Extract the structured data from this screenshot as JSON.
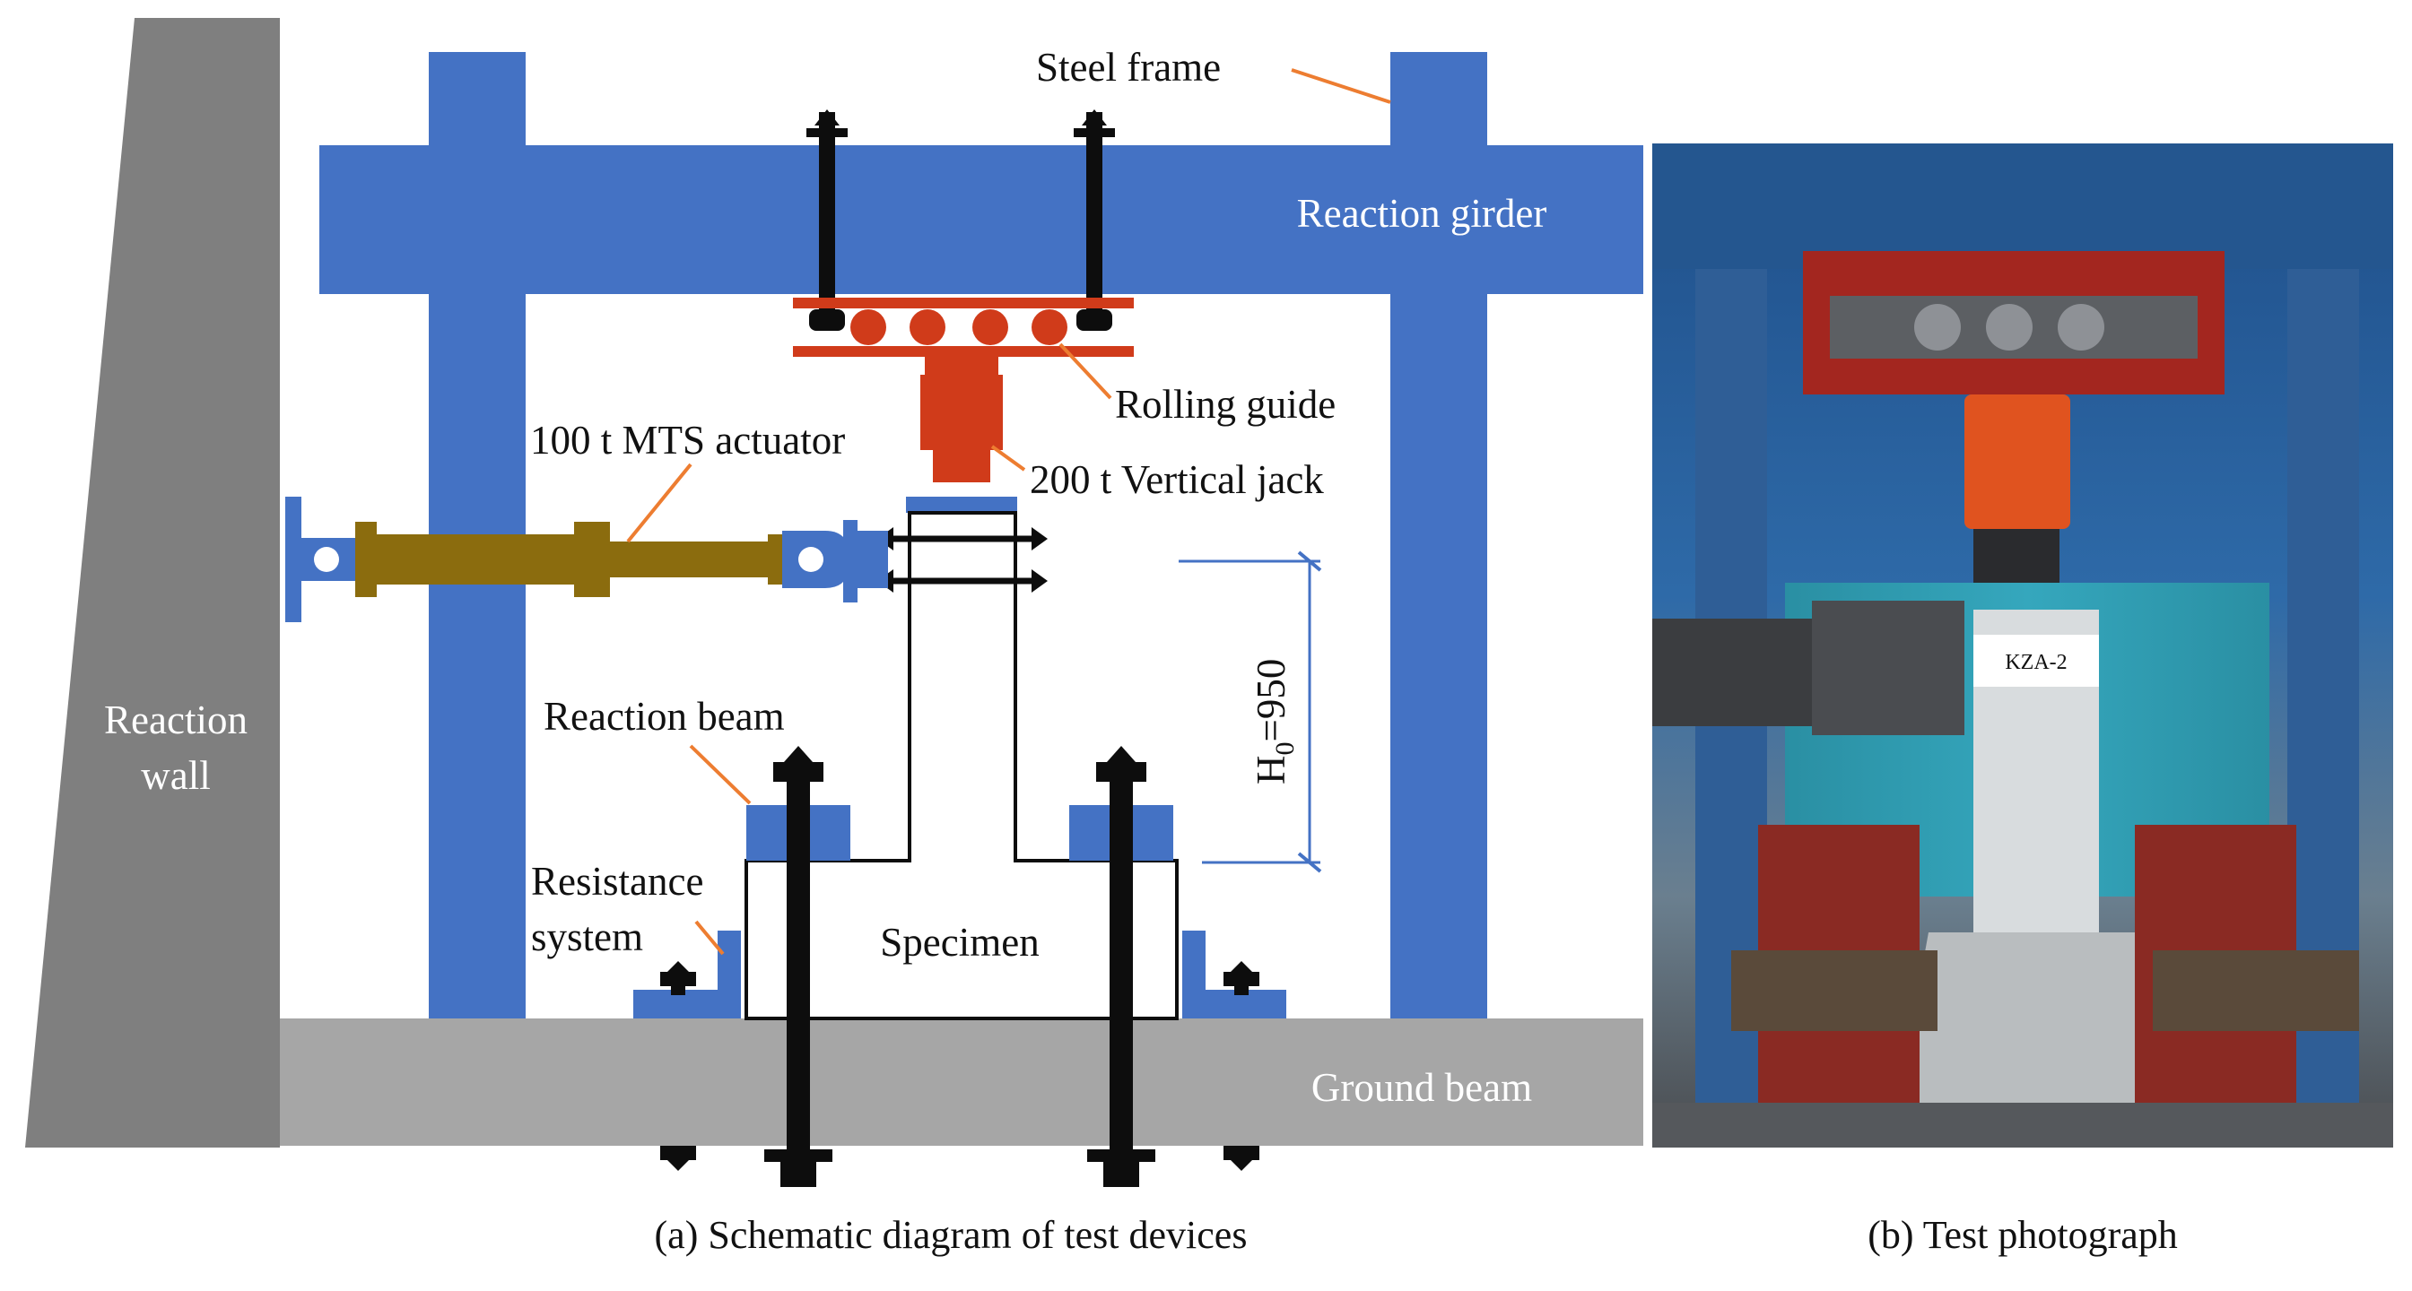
{
  "colors": {
    "frame_blue": "#4472c4",
    "rolling_red": "#d03b1a",
    "actuator_olive": "#8b6c0e",
    "ground_gray": "#a6a6a6",
    "wall_gray": "#7f7f7f",
    "leader_orange": "#ed7d31",
    "bolt_black": "#0d0d0d",
    "dim_blue": "#4472c4"
  },
  "labels": {
    "steel_frame": "Steel frame",
    "reaction_girder": "Reaction girder",
    "rolling_guide": "Rolling guide",
    "vertical_jack": "200 t Vertical jack",
    "mts_actuator": "100 t MTS actuator",
    "reaction_wall_line1": "Reaction",
    "reaction_wall_line2": "wall",
    "reaction_beam": "Reaction beam",
    "resistance_line1": "Resistance",
    "resistance_line2": "system",
    "specimen": "Specimen",
    "ground_beam": "Ground beam",
    "dimension": "H",
    "dimension_sub": "0",
    "dimension_value": "=950"
  },
  "photo": {
    "specimen_tag": "KZA-2"
  },
  "captions": {
    "schematic": "(a) Schematic diagram of test devices",
    "photo": "(b) Test photograph"
  }
}
